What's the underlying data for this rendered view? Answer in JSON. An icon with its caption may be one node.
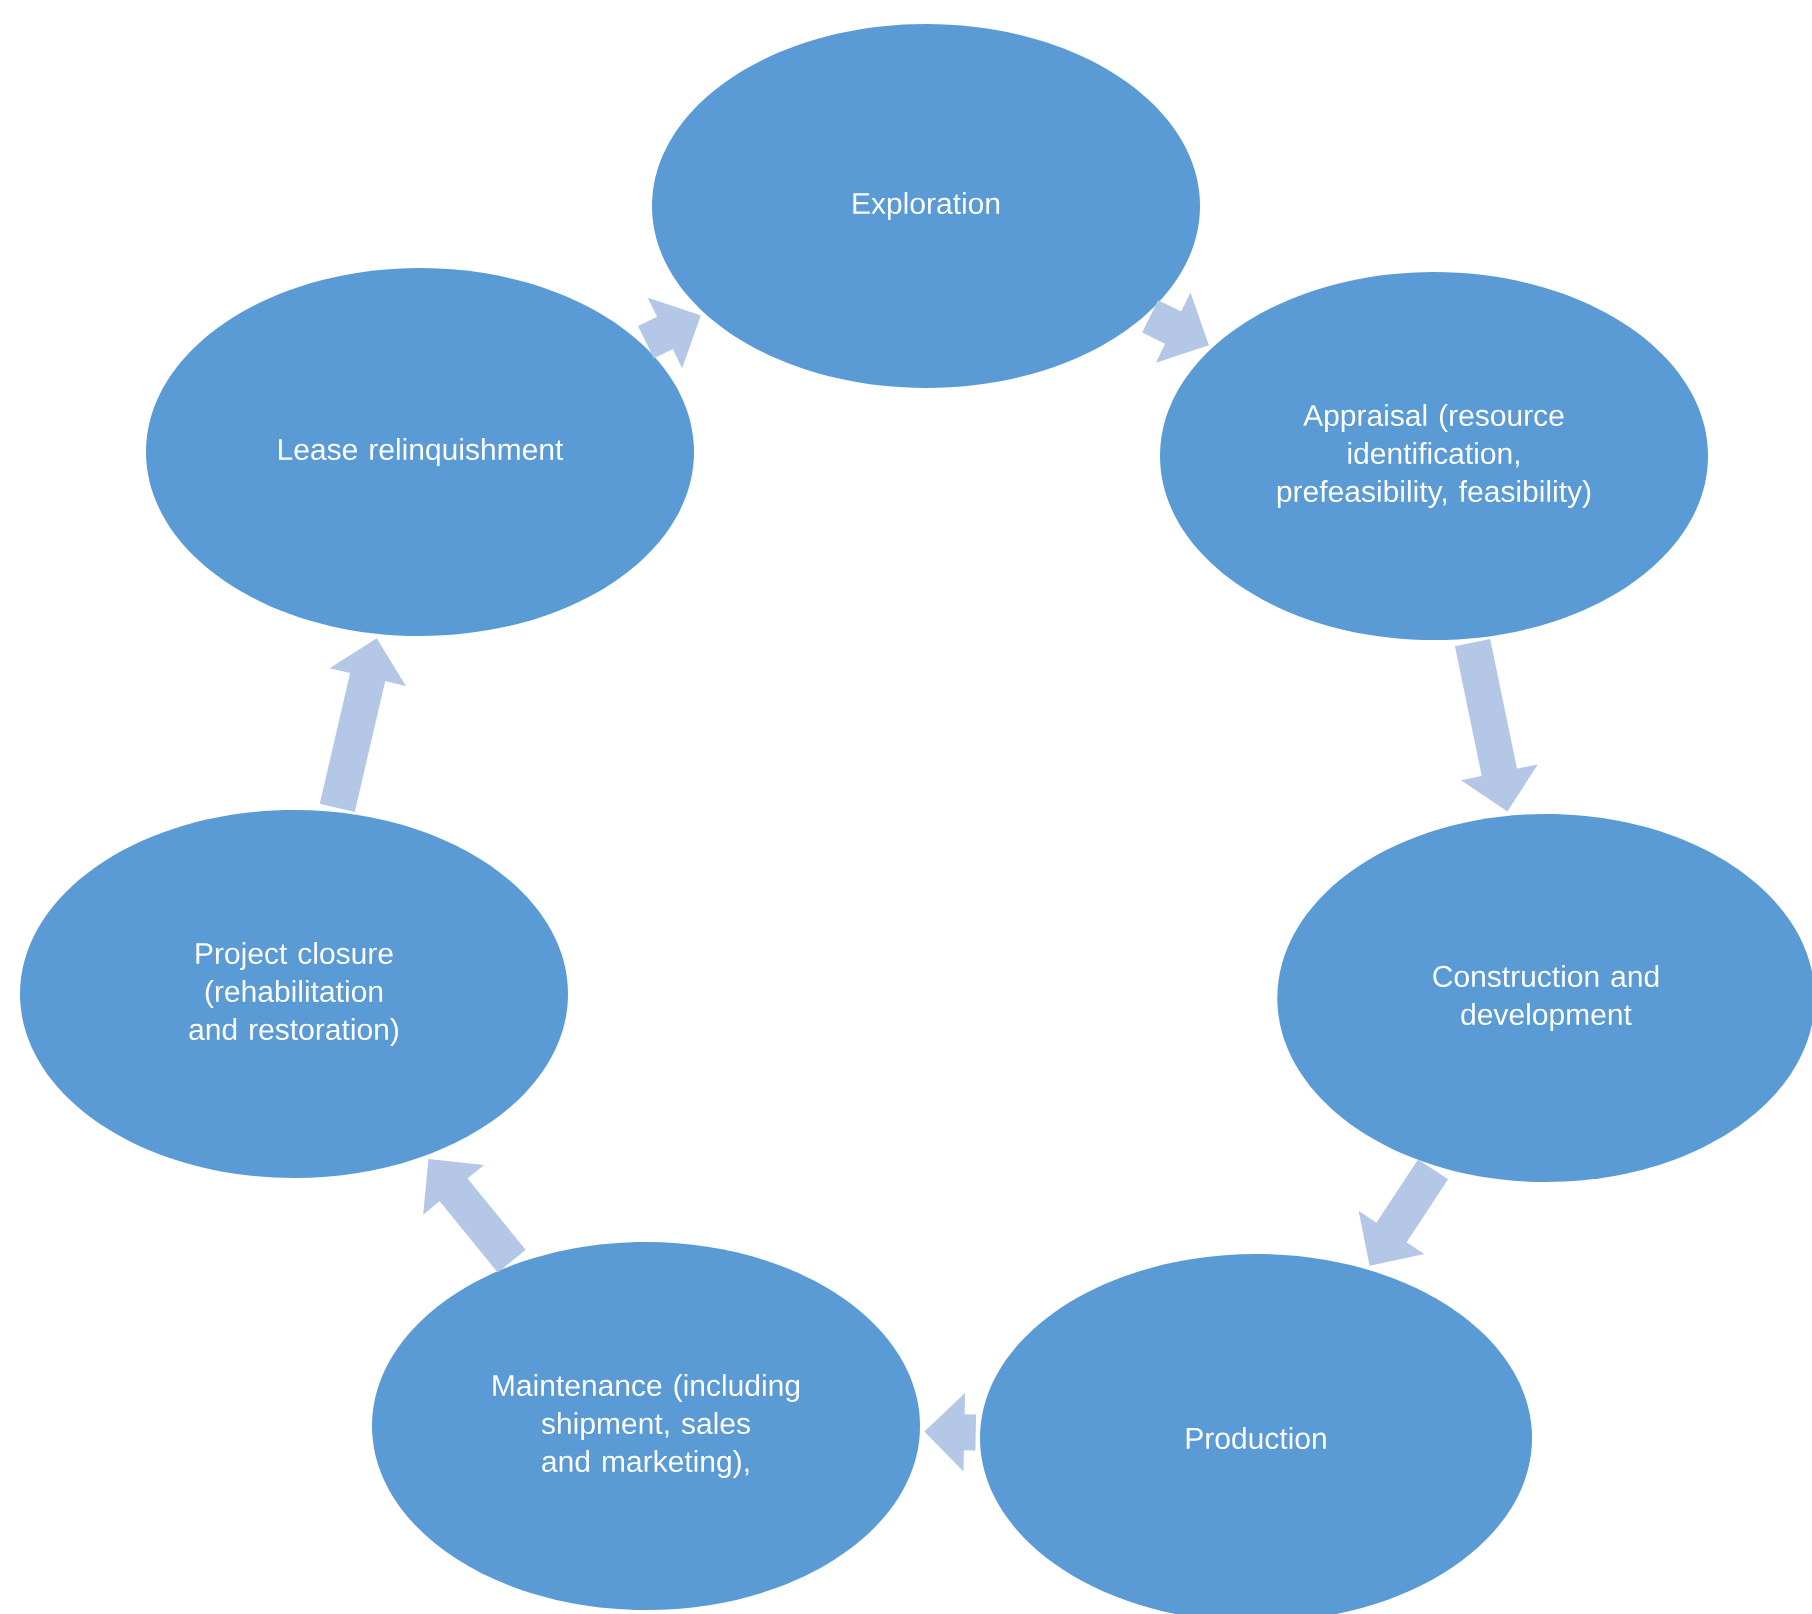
{
  "diagram": {
    "nodes": [
      {
        "text": [
          "Exploration"
        ]
      },
      {
        "text": [
          "Appraisal (resource identification, prefeasibility, feasibility)"
        ]
      },
      {
        "text": [
          "Construction and development"
        ]
      },
      {
        "text": [
          "Production"
        ]
      },
      {
        "text": [
          "Maintenance (including shipment, sales and marketing),"
        ]
      },
      {
        "text": [
          "Project closure (rehabilitation and restoration)"
        ]
      },
      {
        "text": [
          "Lease relinquishment"
        ]
      }
    ],
    "edges": [
      {
        "from": 0,
        "to": 1,
        "arrow": "to"
      },
      {
        "from": 1,
        "to": 2,
        "arrow": "to"
      },
      {
        "from": 2,
        "to": 3,
        "arrow": "to"
      },
      {
        "from": 3,
        "to": 4,
        "arrow": "to"
      },
      {
        "from": 4,
        "to": 5,
        "arrow": "to"
      },
      {
        "from": 5,
        "to": 6,
        "arrow": "to"
      },
      {
        "from": 6,
        "to": 0,
        "arrow": "to"
      }
    ]
  }
}
